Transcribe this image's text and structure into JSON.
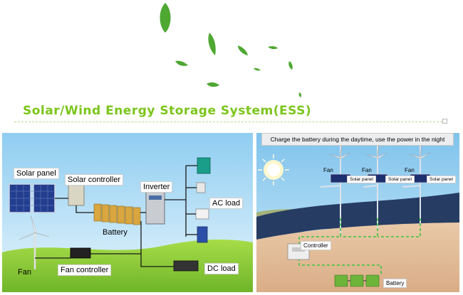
{
  "title": "Solar/Wind Energy Storage System(ESS)",
  "left_diagram": {
    "labels": {
      "solar_panel": "Solar panel",
      "solar_controller": "Solar controller",
      "battery": "Battery",
      "inverter": "Inverter",
      "ac_load": "AC load",
      "dc_load": "DC load",
      "fan": "Fan",
      "fan_controller": "Fan controller"
    }
  },
  "right_diagram": {
    "caption": "Charge the battery during the daytime, use the power in the night",
    "labels": {
      "fan": "Fan",
      "solar_panel": "Solar panel",
      "controller": "Controller",
      "battery": "Battery"
    }
  },
  "colors": {
    "title": "#7cc51c",
    "leaf": "#4ea832",
    "sky": "#bfe2f7",
    "grass": "#8fcf3a",
    "wire": "#1a1a1a",
    "dashed_wire": "#38c53d"
  }
}
